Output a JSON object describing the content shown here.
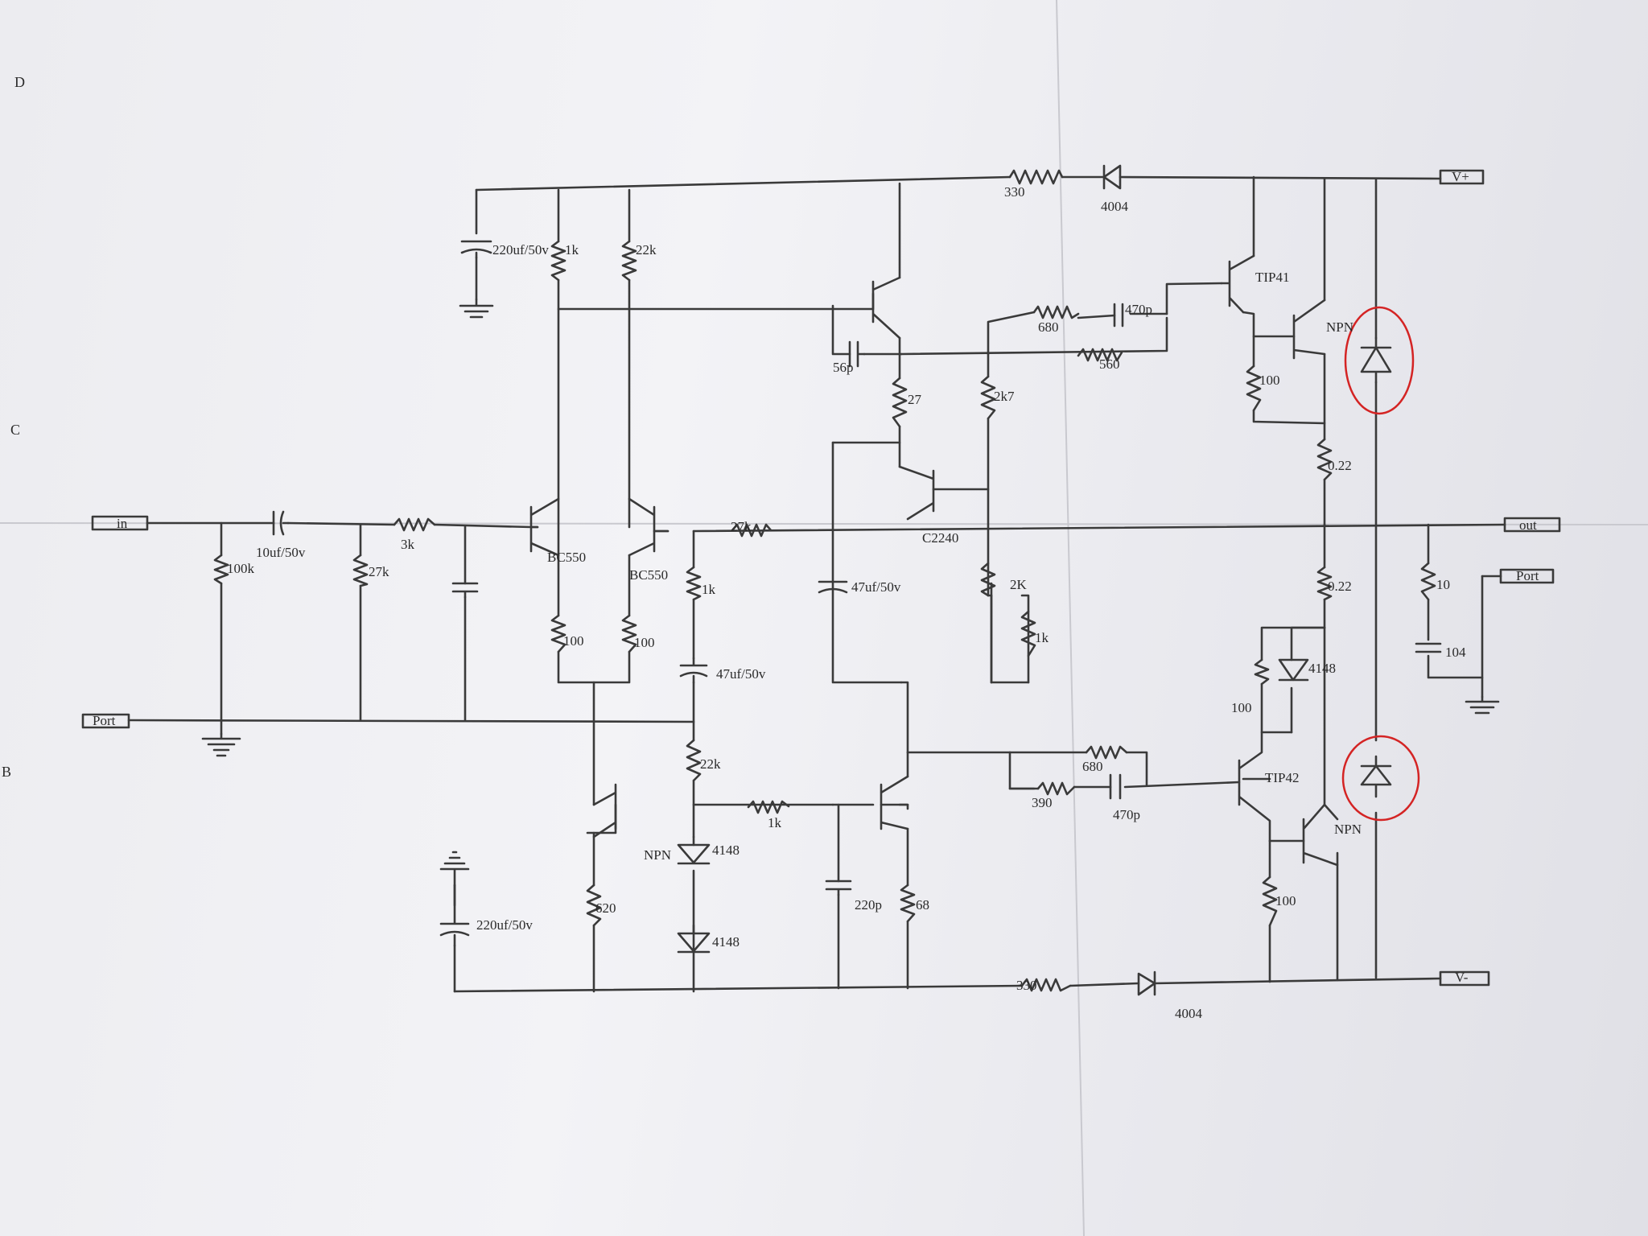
{
  "border_marks": [
    "D",
    "C",
    "B"
  ],
  "ports": {
    "in": "in",
    "out": "out",
    "vplus": "V+",
    "vminus": "V-",
    "port_left": "Port",
    "port_right": "Port"
  },
  "resistors": {
    "r330_top": "330",
    "r1k_top": "1k",
    "r22k_top": "22k",
    "r680_top": "680",
    "r560": "560",
    "r27": "27",
    "r2k7": "2k7",
    "r100_top": "100",
    "r022_top": "0.22",
    "r022_bot": "0.22",
    "r100k": "100k",
    "r27k_in": "27k",
    "r3k": "3k",
    "r27k_fb": "27k",
    "r100_left": "100",
    "r100_right": "100",
    "r1k_mid": "1k",
    "r2K": "2K",
    "r1k_trim": "1k",
    "r10": "10",
    "r100_pnpdrv": "100",
    "r22k_bot": "22k",
    "r680_bot": "680",
    "r390": "390",
    "r1k_bot": "1k",
    "r620": "620",
    "r68": "68",
    "r100_bot": "100",
    "r330_bot": "330"
  },
  "capacitors": {
    "c220_top": "220uf/50v",
    "c470p_top": "470p",
    "c56p": "56p",
    "c10uf": "10uf/50v",
    "c47_mid": "47uf/50v",
    "c47_vas": "47uf/50v",
    "c104": "104",
    "c470p_bot": "470p",
    "c220p": "220p",
    "c220_bot": "220uf/50v"
  },
  "semiconductors": {
    "d4004_top": "4004",
    "d4004_bot": "4004",
    "tip41": "TIP41",
    "npn_top": "NPN",
    "bc550_left": "BC550",
    "bc550_right": "BC550",
    "c2240": "C2240",
    "d4148_1": "4148",
    "tip42": "TIP42",
    "npn_bot": "NPN",
    "npn_diode": "NPN",
    "d4148_2": "4148",
    "d4148_3": "4148"
  }
}
